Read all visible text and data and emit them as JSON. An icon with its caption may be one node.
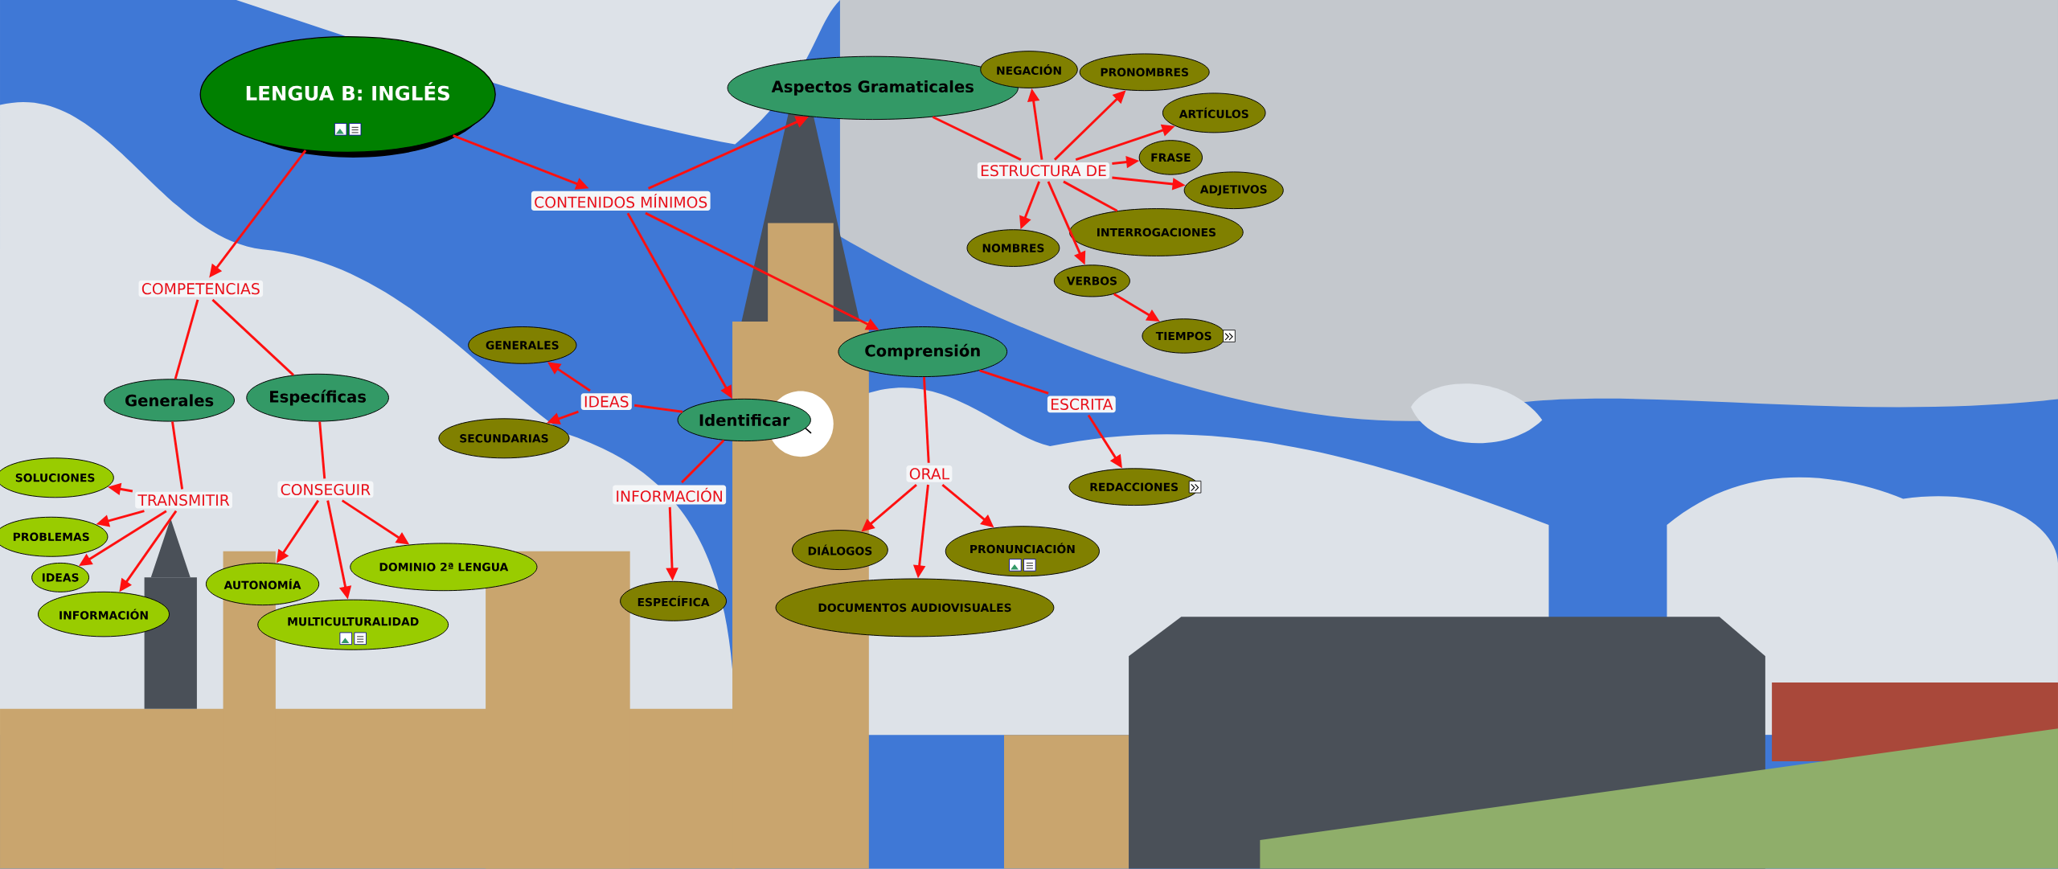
{
  "diagram": {
    "nodes": [
      {
        "text": [
          "LENGUA B: INGLÉS"
        ]
      },
      {
        "text": [
          "CONTENIDOS MÍNIMOS"
        ]
      },
      {
        "text": [
          "Aspectos Gramaticales"
        ]
      },
      {
        "text": [
          "ESTRUCTURA DE"
        ]
      },
      {
        "text": [
          "NEGACIÓN"
        ]
      },
      {
        "text": [
          "PRONOMBRES"
        ]
      },
      {
        "text": [
          "ARTÍCULOS"
        ]
      },
      {
        "text": [
          "FRASE"
        ]
      },
      {
        "text": [
          "ADJETIVOS"
        ]
      },
      {
        "text": [
          "NOMBRES"
        ]
      },
      {
        "text": [
          "INTERROGACIONES"
        ]
      },
      {
        "text": [
          "VERBOS"
        ]
      },
      {
        "text": [
          "TIEMPOS"
        ]
      },
      {
        "text": [
          "COMPETENCIAS"
        ]
      },
      {
        "text": [
          "Generales"
        ]
      },
      {
        "text": [
          "Específicas"
        ]
      },
      {
        "text": [
          "TRANSMITIR"
        ]
      },
      {
        "text": [
          "CONSEGUIR"
        ]
      },
      {
        "text": [
          "SOLUCIONES"
        ]
      },
      {
        "text": [
          "PROBLEMAS"
        ]
      },
      {
        "text": [
          "IDEAS"
        ]
      },
      {
        "text": [
          "INFORMACIÓN"
        ]
      },
      {
        "text": [
          "AUTONOMÍA"
        ]
      },
      {
        "text": [
          "DOMINIO 2ª LENGUA"
        ]
      },
      {
        "text": [
          "MULTICULTURALIDAD"
        ]
      },
      {
        "text": [
          "Comprensión"
        ]
      },
      {
        "text": [
          "Identificar"
        ]
      },
      {
        "text": [
          "IDEAS"
        ]
      },
      {
        "text": [
          "GENERALES"
        ]
      },
      {
        "text": [
          "SECUNDARIAS"
        ]
      },
      {
        "text": [
          "INFORMACIÓN"
        ]
      },
      {
        "text": [
          "ESPECÍFICA"
        ]
      },
      {
        "text": [
          "ESCRITA"
        ]
      },
      {
        "text": [
          "REDACCIONES"
        ]
      },
      {
        "text": [
          "ORAL"
        ]
      },
      {
        "text": [
          "DIÁLOGOS"
        ]
      },
      {
        "text": [
          "PRONUNCIACIÓN"
        ]
      },
      {
        "text": [
          "DOCUMENTOS AUDIOVISUALES"
        ]
      }
    ],
    "edges": [
      {
        "from": 0,
        "to": 1,
        "arrow": "to"
      },
      {
        "from": 1,
        "to": 2,
        "arrow": "to"
      },
      {
        "from": 1,
        "to": 26,
        "arrow": "to"
      },
      {
        "from": 1,
        "to": 25,
        "arrow": "to"
      },
      {
        "from": 2,
        "to": 3,
        "arrow": "none"
      },
      {
        "from": 3,
        "to": 4,
        "arrow": "to"
      },
      {
        "from": 3,
        "to": 5,
        "arrow": "to"
      },
      {
        "from": 3,
        "to": 6,
        "arrow": "to"
      },
      {
        "from": 3,
        "to": 7,
        "arrow": "to"
      },
      {
        "from": 3,
        "to": 8,
        "arrow": "to"
      },
      {
        "from": 3,
        "to": 9,
        "arrow": "to"
      },
      {
        "from": 3,
        "to": 10,
        "arrow": "none"
      },
      {
        "from": 3,
        "to": 11,
        "arrow": "to"
      },
      {
        "from": 11,
        "to": 12,
        "arrow": "to"
      },
      {
        "from": 0,
        "to": 13,
        "arrow": "to"
      },
      {
        "from": 13,
        "to": 14,
        "arrow": "none"
      },
      {
        "from": 13,
        "to": 15,
        "arrow": "none"
      },
      {
        "from": 14,
        "to": 16,
        "arrow": "none"
      },
      {
        "from": 15,
        "to": 17,
        "arrow": "none"
      },
      {
        "from": 16,
        "to": 18,
        "arrow": "to"
      },
      {
        "from": 16,
        "to": 19,
        "arrow": "to"
      },
      {
        "from": 16,
        "to": 20,
        "arrow": "to"
      },
      {
        "from": 16,
        "to": 21,
        "arrow": "to"
      },
      {
        "from": 17,
        "to": 22,
        "arrow": "to"
      },
      {
        "from": 17,
        "to": 24,
        "arrow": "to"
      },
      {
        "from": 17,
        "to": 23,
        "arrow": "to"
      },
      {
        "from": 26,
        "to": 27,
        "arrow": "none"
      },
      {
        "from": 27,
        "to": 28,
        "arrow": "to"
      },
      {
        "from": 27,
        "to": 29,
        "arrow": "to"
      },
      {
        "from": 26,
        "to": 30,
        "arrow": "none"
      },
      {
        "from": 30,
        "to": 31,
        "arrow": "to"
      },
      {
        "from": 25,
        "to": 32,
        "arrow": "none"
      },
      {
        "from": 32,
        "to": 33,
        "arrow": "to"
      },
      {
        "from": 25,
        "to": 34,
        "arrow": "none"
      },
      {
        "from": 34,
        "to": 35,
        "arrow": "to"
      },
      {
        "from": 34,
        "to": 37,
        "arrow": "to"
      },
      {
        "from": 34,
        "to": 36,
        "arrow": "to"
      }
    ]
  }
}
